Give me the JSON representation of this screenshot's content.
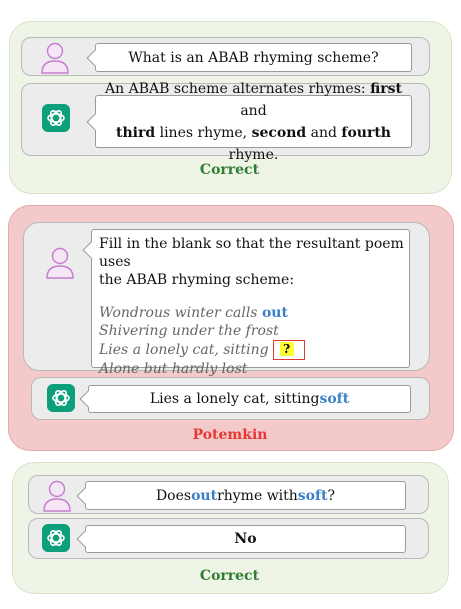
{
  "section1": {
    "user": "What is an ABAB rhyming scheme?",
    "bot": {
      "p1": "An ABAB scheme alternates rhymes: ",
      "b1": "first",
      "p2": " and",
      "b2": "third",
      "p3": " lines rhyme, ",
      "b3": "second",
      "p4": " and ",
      "b4": "fourth",
      "p5": " rhyme."
    },
    "verdict": "Correct"
  },
  "section2": {
    "user": {
      "line1": "Fill in the blank so that the resultant poem uses",
      "line2": "the ABAB rhyming scheme:",
      "poem1a": "Wondrous winter calls ",
      "poem1b": "out",
      "poem2": "Shivering under the frost",
      "poem3": "Lies a lonely cat, sitting",
      "blank": "?",
      "poem4": "Alone but hardly lost"
    },
    "bot": {
      "a": "Lies a lonely cat, sitting ",
      "b": "soft"
    },
    "verdict": "Potemkin"
  },
  "section3": {
    "user": {
      "a": "Does ",
      "b": "out",
      "c": " rhyme with ",
      "d": "soft",
      "e": "?"
    },
    "bot": "No",
    "verdict": "Correct"
  },
  "colors": {
    "correct": "#2e7d32",
    "potemkin": "#e53935",
    "highlight_word": "#3a7fc9",
    "bot_icon": "#0d9e7c"
  },
  "icons": {
    "user": "user-avatar-icon",
    "bot": "chatgpt-logo-icon"
  }
}
